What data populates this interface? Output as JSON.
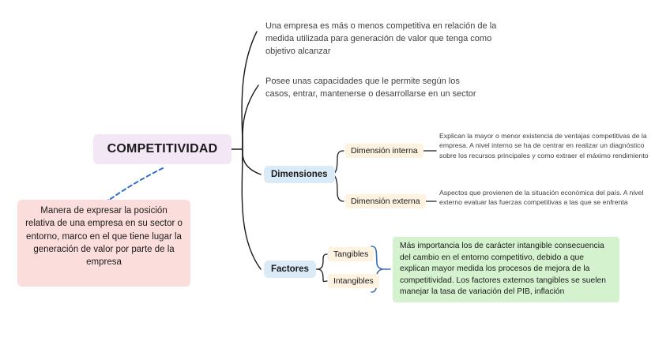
{
  "diagram": {
    "type": "mind-map",
    "root": {
      "label": "COMPETITIVIDAD",
      "color": "#f3e6f5"
    },
    "definition_note": {
      "text": "Manera de expresar la posición relativa de una empresa en su sector o entorno, marco en el que tiene lugar la generación de valor por parte de la empresa",
      "color": "#fbdedb",
      "connector": "dashed-blue-arrow",
      "connector_color": "#2f6fd0"
    },
    "branches": [
      {
        "id": "para-1",
        "kind": "text",
        "text": "Una empresa es más o menos competitiva en relación de la medida utilizada para generación de valor que tenga como objetivo alcanzar"
      },
      {
        "id": "para-2",
        "kind": "text",
        "text": "Posee unas capacidades que le permite según los casos, entrar, mantenerse o desarrollarse en un sector"
      },
      {
        "id": "dimensiones",
        "kind": "node",
        "label": "Dimensiones",
        "color": "#daeaf7",
        "children": [
          {
            "id": "dim-interna",
            "label": "Dimensión interna",
            "color": "#fdf3e0",
            "detail": "Explican la mayor o menor existencia de ventajas competitivas de la empresa. A nivel interno se ha de centrar en realizar un diagnóstico sobre los recursos principales y como extraer el máximo rendimiento"
          },
          {
            "id": "dim-externa",
            "label": "Dimensión externa",
            "color": "#fdf3e0",
            "detail": "Aspectos que provienen de la situación económica del país. A nivel externo evaluar las fuerzas competitivas a las que se enfrenta"
          }
        ]
      },
      {
        "id": "factores",
        "kind": "node",
        "label": "Factores",
        "color": "#daeaf7",
        "children": [
          {
            "id": "tangibles",
            "label": "Tangibles",
            "color": "#fdf3e0"
          },
          {
            "id": "intangibles",
            "label": "Intangibles",
            "color": "#fdf3e0"
          }
        ],
        "grouped_note": {
          "text": "Más importancia los de carácter intangible consecuencia del cambio en el entorno competitivo, debido a que explican mayor medida los procesos de mejora de la competitividad. Los factores externos tangibles se suelen manejar la tasa de variación del PIB, inflación",
          "color": "#d5f2cf",
          "brace_color": "#3b6ea8"
        }
      }
    ],
    "line_color": "#1a1a1a"
  }
}
